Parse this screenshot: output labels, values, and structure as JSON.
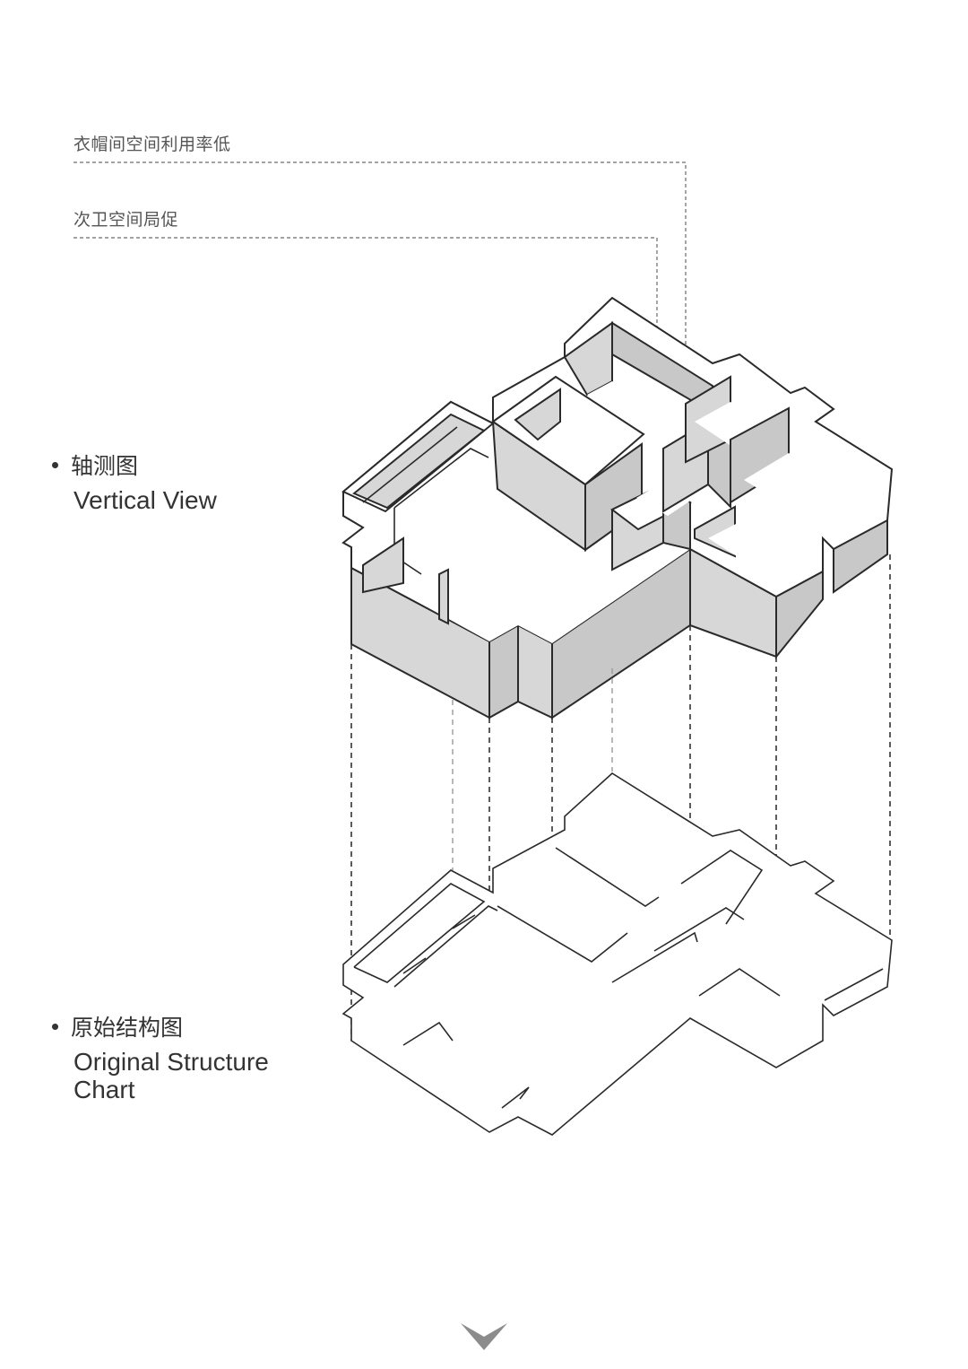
{
  "annotations": [
    {
      "text": "衣帽间空间利用率低"
    },
    {
      "text": "次卫空间局促"
    }
  ],
  "sections": {
    "axonometric": {
      "title_zh": "轴测图",
      "title_en": "Vertical View"
    },
    "original": {
      "title_zh": "原始结构图",
      "title_en_line1": "Original Structure",
      "title_en_line2": "Chart"
    }
  },
  "colors": {
    "wall_side": "#d7d7d7",
    "line": "#2a2a2a",
    "arrow": "#8c8c8c"
  },
  "icons": {
    "scroll_hint": "chevron-down-icon"
  }
}
